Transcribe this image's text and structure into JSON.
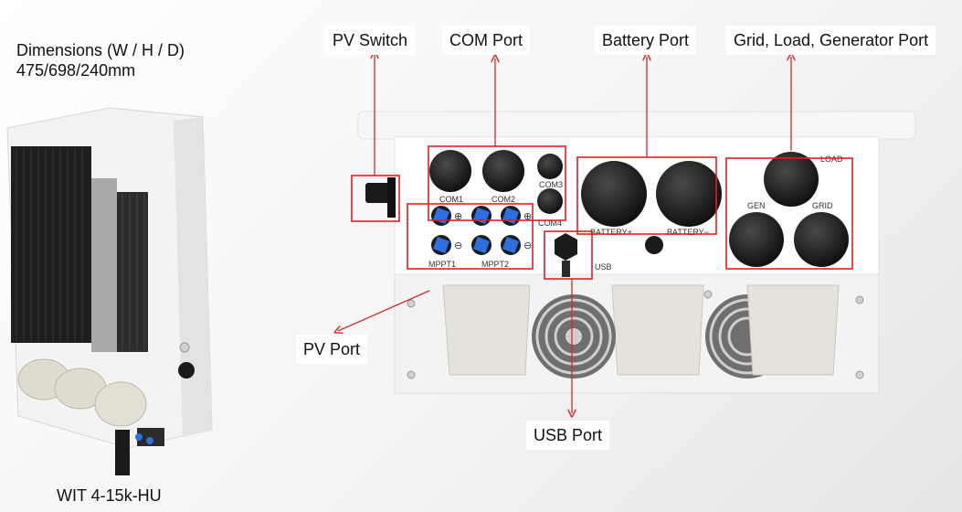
{
  "dimensions": {
    "line1": "Dimensions (W / H / D)",
    "line2": "475/698/240mm"
  },
  "model_name": "WIT 4-15k-HU",
  "callouts": {
    "pv_switch": "PV Switch",
    "com_port": "COM Port",
    "battery_port": "Battery Port",
    "grid_port": "Grid, Load, Generator Port",
    "pv_port": "PV Port",
    "usb_port": "USB Port"
  },
  "panel_labels": {
    "com1": "COM1",
    "com2": "COM2",
    "com3": "COM3",
    "com4": "COM4",
    "mppt1": "MPPT1",
    "mppt2": "MPPT2",
    "battery_pos": "BATTERY+",
    "battery_neg": "BATTERY−",
    "usb": "USB",
    "load": "LOAD",
    "gen": "GEN",
    "grid": "GRID"
  },
  "colors": {
    "highlight": "#e02020",
    "port_blue": "#2f6fe0"
  }
}
